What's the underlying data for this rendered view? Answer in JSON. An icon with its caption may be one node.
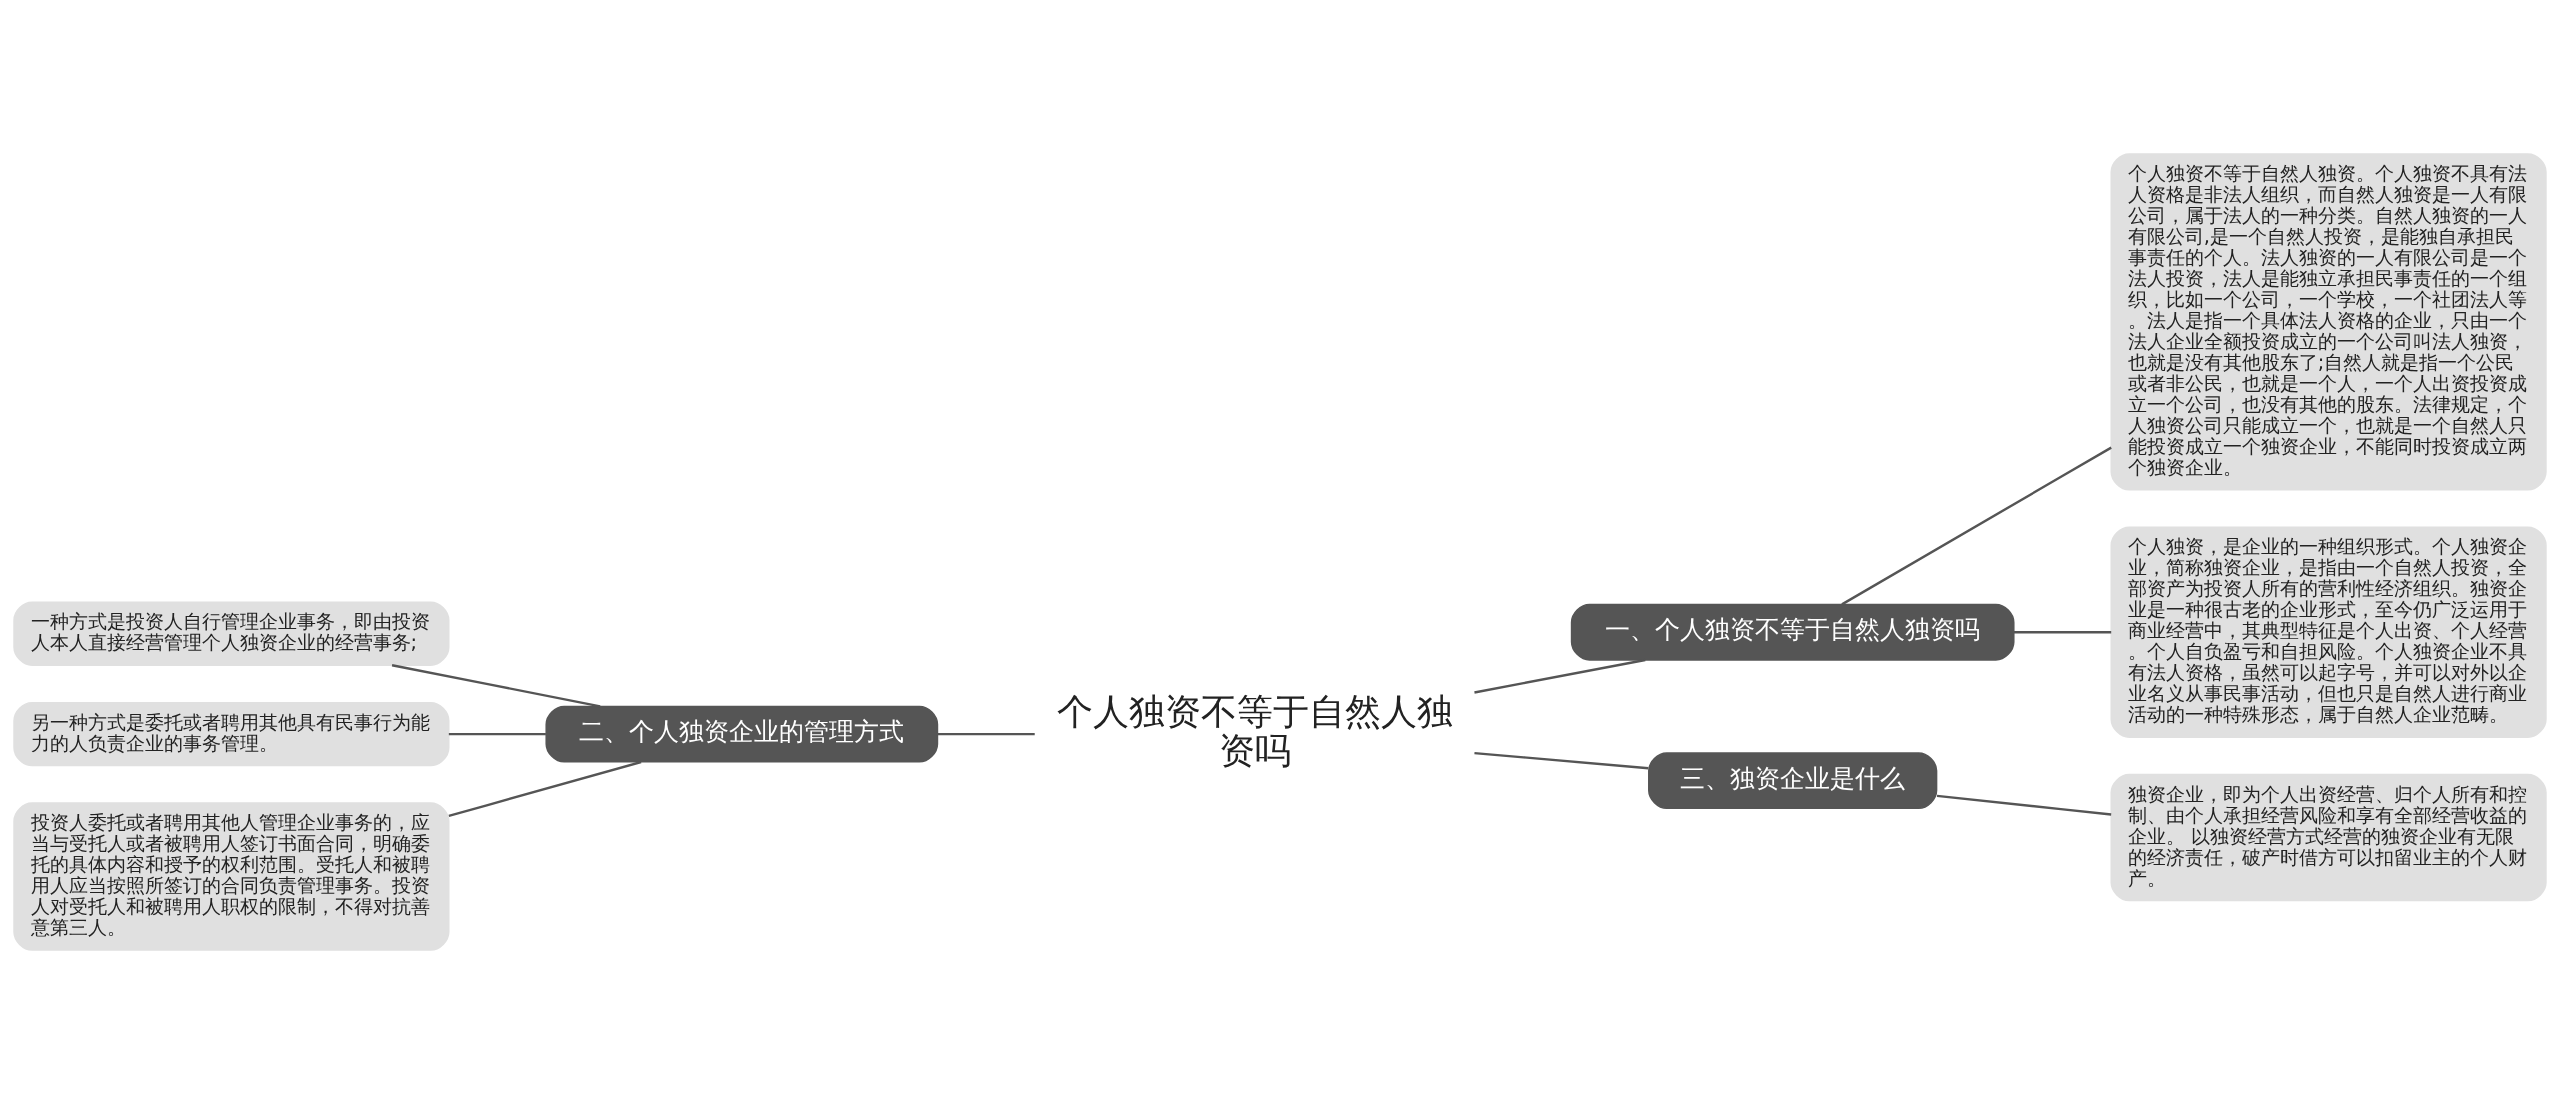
{
  "diagram": {
    "nodes": [
      {
        "text": [
          "个人独资不等于自然人独资吗"
        ]
      },
      {
        "text": [
          "一、个人独资不等于自然人独资吗"
        ]
      },
      {
        "text": [
          "个人独资不等于自然人独资。个人独资不具有法人资格是非法人组织，而自然人独资是一人有限公司，属于法人的一种分类。自然人独资的一人有限公司,是一个自然人投资，是能独自承担民事责任的个人。法人独资的一人有限公司是一个法人投资，法人是能独立承担民事责任的一个组织，比如一个公司，一个学校，一个社团法人等。法人是指一个具体法人资格的企业，只由一个法人企业全额投资成立的一个公司叫法人独资，也就是没有其他股东了;自然人就是指一个公民或者非公民，也就是一个人，一个人出资投资成立一个公司，也没有其他的股东。法律规定，个人独资公司只能成立一个，也就是一个自然人只能投资成立一个独资企业，不能同时投资成立两个独资企业。"
        ]
      },
      {
        "text": [
          "个人独资，是企业的一种组织形式。个人独资企业，简称独资企业，是指由一个自然人投资，全部资产为投资人所有的营利性经济组织。独资企业是一种很古老的企业形式，至今仍广泛运用于商业经营中，其典型特征是个人出资、个人经营。个人自负盈亏和自担风险。个人独资企业不具有法人资格，虽然可以起字号，并可以对外以企业名义从事民事活动，但也只是自然人进行商业活动的一种特殊形态，属于自然人企业范畴。"
        ]
      },
      {
        "text": [
          "二、个人独资企业的管理方式"
        ]
      },
      {
        "text": [
          "一种方式是投资人自行管理企业事务，即由投资人本人直接经营管理个人独资企业的经营事务;"
        ]
      },
      {
        "text": [
          "另一种方式是委托或者聘用其他具有民事行为能力的人负责企业的事务管理。"
        ]
      },
      {
        "text": [
          "投资人委托或者聘用其他人管理企业事务的，应当与受托人或者被聘用人签订书面合同，明确委托的具体内容和授予的权利范围。受托人和被聘用人应当按照所签订的合同负责管理事务。投资人对受托人和被聘用人职权的限制，不得对抗善意第三人。"
        ]
      },
      {
        "text": [
          "三、独资企业是什么"
        ]
      },
      {
        "text": [
          "独资企业，即为个人出资经营、归个人所有和控制、由个人承担经营风险和享有全部经营收益的企业。 以独资经营方式经营的独资企业有无限的经济责任，破产时借方可以扣留业主的个人财产。"
        ]
      }
    ],
    "edges": [
      {
        "from": 0,
        "to": 1,
        "arrow": "none"
      },
      {
        "from": 1,
        "to": 2,
        "arrow": "none"
      },
      {
        "from": 1,
        "to": 3,
        "arrow": "none"
      },
      {
        "from": 0,
        "to": 4,
        "arrow": "none"
      },
      {
        "from": 4,
        "to": 5,
        "arrow": "none"
      },
      {
        "from": 4,
        "to": 6,
        "arrow": "none"
      },
      {
        "from": 4,
        "to": 7,
        "arrow": "none"
      },
      {
        "from": 0,
        "to": 8,
        "arrow": "none"
      },
      {
        "from": 8,
        "to": 9,
        "arrow": "none"
      }
    ]
  }
}
